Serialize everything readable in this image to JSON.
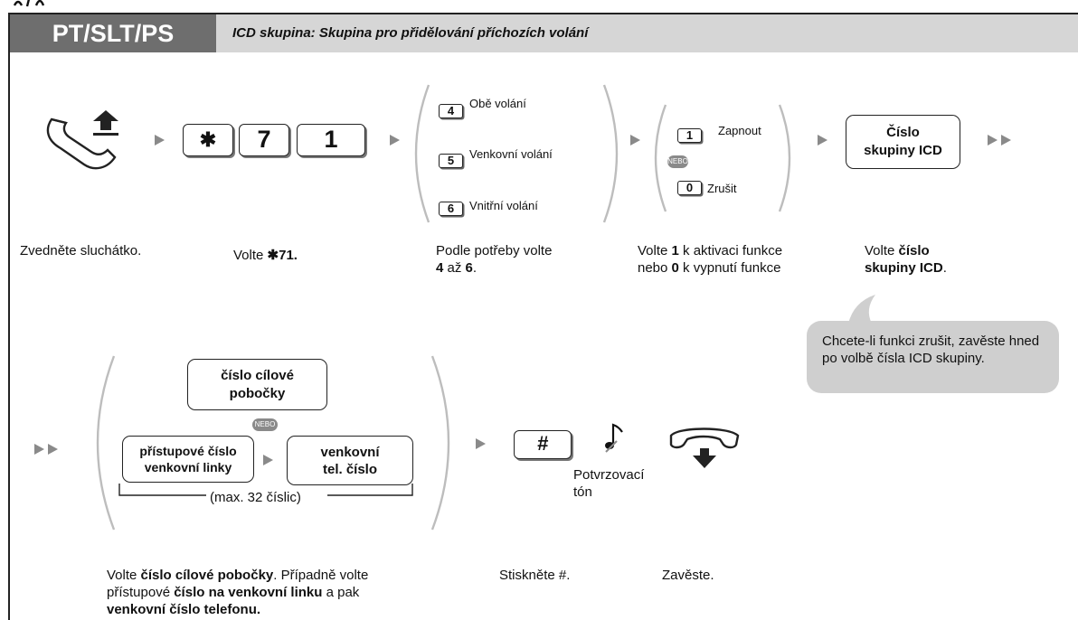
{
  "header": {
    "tag": "PT/SLT/PS",
    "subtitle": "ICD skupina: Skupina pro přidělování příchozích volání"
  },
  "row1": {
    "step1_desc": "Zvedněte sluchátko.",
    "dial_keys": [
      "✱",
      "7",
      "1"
    ],
    "step2_desc_pre": "Volte ",
    "step2_desc_bold": "✱71.",
    "options_a": [
      {
        "key": "4",
        "label": "Obě volání"
      },
      {
        "key": "5",
        "label": "Venkovní volání"
      },
      {
        "key": "6",
        "label": "Vnitřní volání"
      }
    ],
    "step3_desc_line1": "Podle potřeby volte",
    "step3_desc_b1": "4",
    "step3_desc_mid": " až ",
    "step3_desc_b2": "6",
    "step3_desc_end": ".",
    "options_b": [
      {
        "key": "1",
        "label": "Zapnout"
      },
      {
        "key": "0",
        "label": "Zrušit"
      }
    ],
    "nebo": "NEBO",
    "step4_l1_pre": "Volte ",
    "step4_l1_bold": "1",
    "step4_l1_post": " k aktivaci funkce",
    "step4_l2_pre": "nebo ",
    "step4_l2_bold": "0",
    "step4_l2_post": " k vypnutí funkce",
    "icd_box": "Číslo skupiny ICD",
    "step5_pre": "Volte ",
    "step5_bold1": "číslo",
    "step5_bold2": "skupiny ICD",
    "step5_end": "."
  },
  "tip": "Chcete-li funkci zrušit, zavěste hned po volbě čísla ICD skupiny.",
  "row2": {
    "dest_box": "číslo cílové pobočky",
    "access_box": "přístupové číslo venkovní linky",
    "outside_box": "venkovní tel. číslo",
    "max_digits": "(max. 32 číslic)",
    "nebo": "NEBO",
    "hash_key": "#",
    "tone_label": "Potvrzovací tón",
    "desc_a_pre": "Volte ",
    "desc_a_bold1": "číslo cílové pobočky",
    "desc_a_mid1": ". Případně volte",
    "desc_a_l2_pre": "přístupové ",
    "desc_a_bold2": "číslo na venkovní linku",
    "desc_a_l2_post": " a pak",
    "desc_a_bold3": "venkovní číslo telefonu.",
    "desc_b": "Stiskněte #.",
    "desc_c": "Zavěste."
  },
  "colors": {
    "tag_bg": "#6e6e6e",
    "header_bg": "#d6d6d6",
    "tip_bg": "#cfcfcf",
    "arrow": "#8a8a8a"
  }
}
